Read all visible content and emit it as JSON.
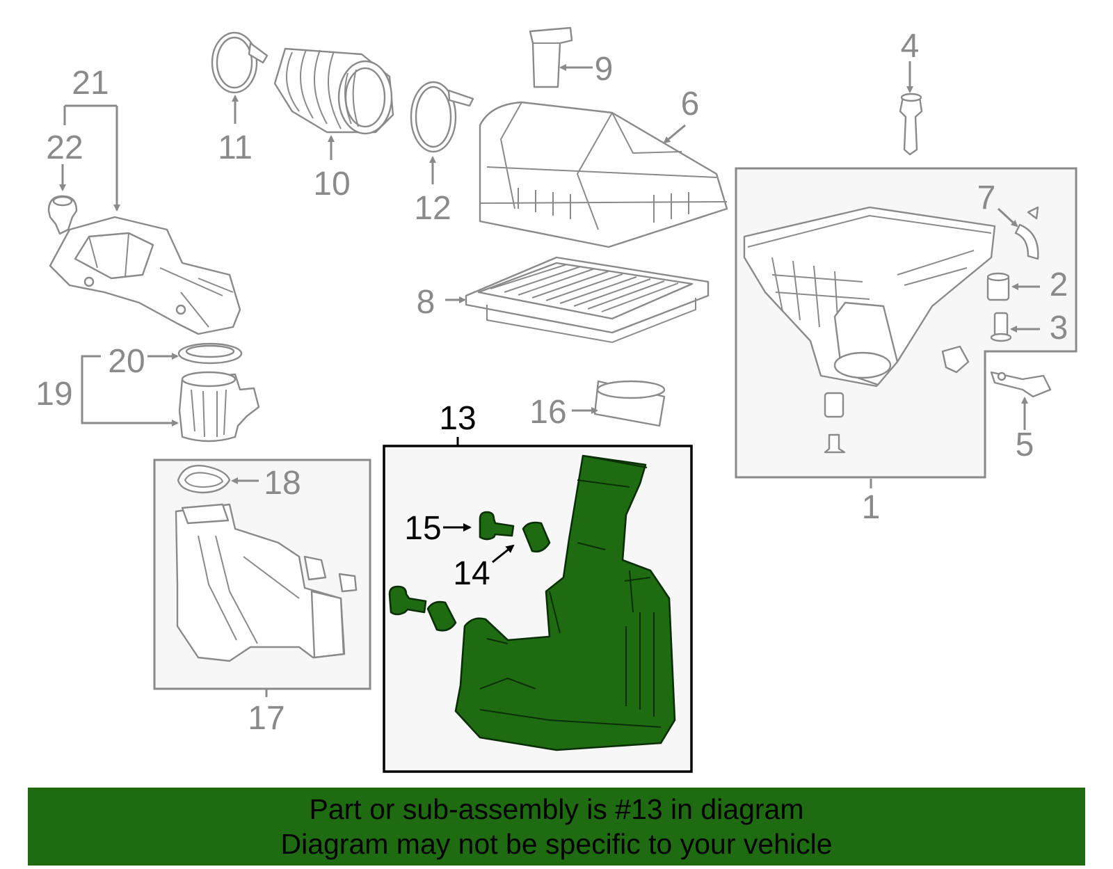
{
  "callouts": {
    "c1": "1",
    "c2": "2",
    "c3": "3",
    "c4": "4",
    "c5": "5",
    "c6": "6",
    "c7": "7",
    "c8": "8",
    "c9": "9",
    "c10": "10",
    "c11": "11",
    "c12": "12",
    "c13": "13",
    "c14": "14",
    "c15": "15",
    "c16": "16",
    "c17": "17",
    "c18": "18",
    "c19": "19",
    "c20": "20",
    "c21": "21",
    "c22": "22"
  },
  "highlighted_part": "13",
  "colors": {
    "highlight": "#1f6b12",
    "banner": "#1f6b12",
    "line_gray": "#8a8a8a",
    "group_fill": "#f7f7f7"
  },
  "banner": {
    "line1": "Part or sub-assembly is #13 in diagram",
    "line2": "Diagram may not be specific to your vehicle"
  }
}
